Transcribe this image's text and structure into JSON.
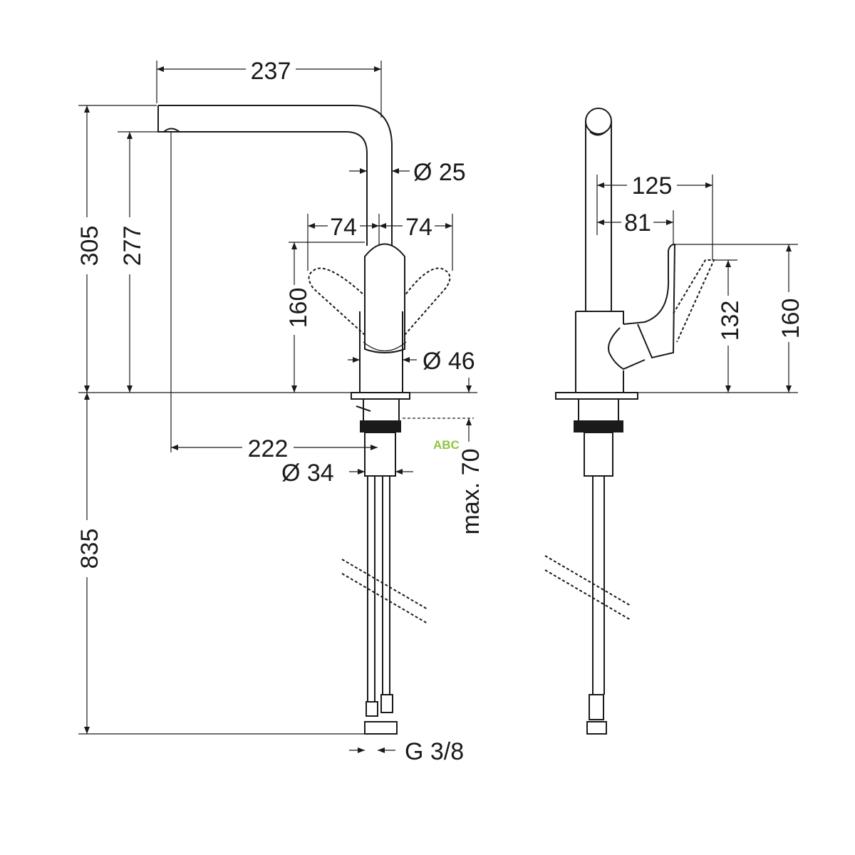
{
  "front_view": {
    "spout_reach": "237",
    "spout_diameter": "Ø 25",
    "lever_swing_left": "74",
    "lever_swing_right": "74",
    "lever_height": "160",
    "body_diameter": "Ø 46",
    "total_height": "305",
    "outlet_height": "277",
    "outlet_offset": "222",
    "shank_diameter": "Ø 34",
    "max_deck_thickness": "max. 70",
    "hose_length": "835",
    "connection_thread": "G 3/8"
  },
  "side_view": {
    "lever_reach_open": "125",
    "lever_reach_closed": "81",
    "lever_height_open": "132",
    "lever_height": "160"
  },
  "watermark": "ABC"
}
